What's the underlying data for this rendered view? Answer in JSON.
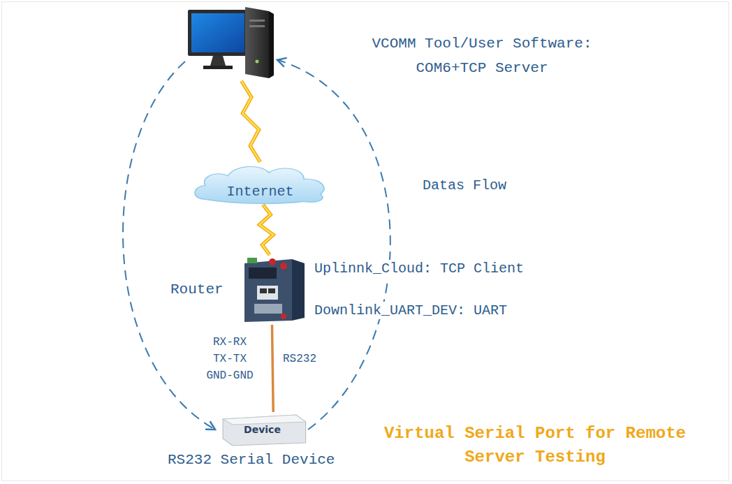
{
  "diagram": {
    "nodes": [
      {
        "text": [
          "VCOMM Tool/User Software: COM6+TCP Server"
        ]
      },
      {
        "text": [
          "Internet"
        ]
      },
      {
        "text": [
          "Router"
        ]
      },
      {
        "text": [
          "Device",
          "RS232 Serial Device"
        ]
      }
    ],
    "edges": [
      {
        "from": 0,
        "to": 1,
        "arrow": "none"
      },
      {
        "from": 1,
        "to": 2,
        "arrow": "none"
      },
      {
        "from": 2,
        "to": 3,
        "arrow": "none"
      },
      {
        "from": 0,
        "to": 3,
        "arrow": "to"
      },
      {
        "from": 3,
        "to": 0,
        "arrow": "to"
      }
    ],
    "labels": [
      "Uplinnk_Cloud: TCP Client",
      "Downlink_UART_DEV: UART",
      "RX-RX",
      "TX-TX",
      "GND-GND",
      "RS232",
      "Datas Flow",
      "Virtual Serial Port for Remote Server Testing"
    ]
  }
}
